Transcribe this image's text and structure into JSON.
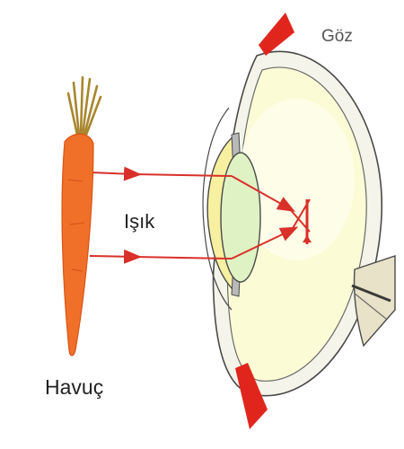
{
  "labels": {
    "eye": "Göz",
    "light": "Işık",
    "carrot": "Havuç"
  },
  "colors": {
    "carrot": "#f0702a",
    "carrot_dark": "#d95417",
    "leaves": "#a8862e",
    "light_ray": "#d9302a",
    "eye_fill": "#fbfbd6",
    "lens": "#dff2c4",
    "outline": "#4a4a4a"
  }
}
